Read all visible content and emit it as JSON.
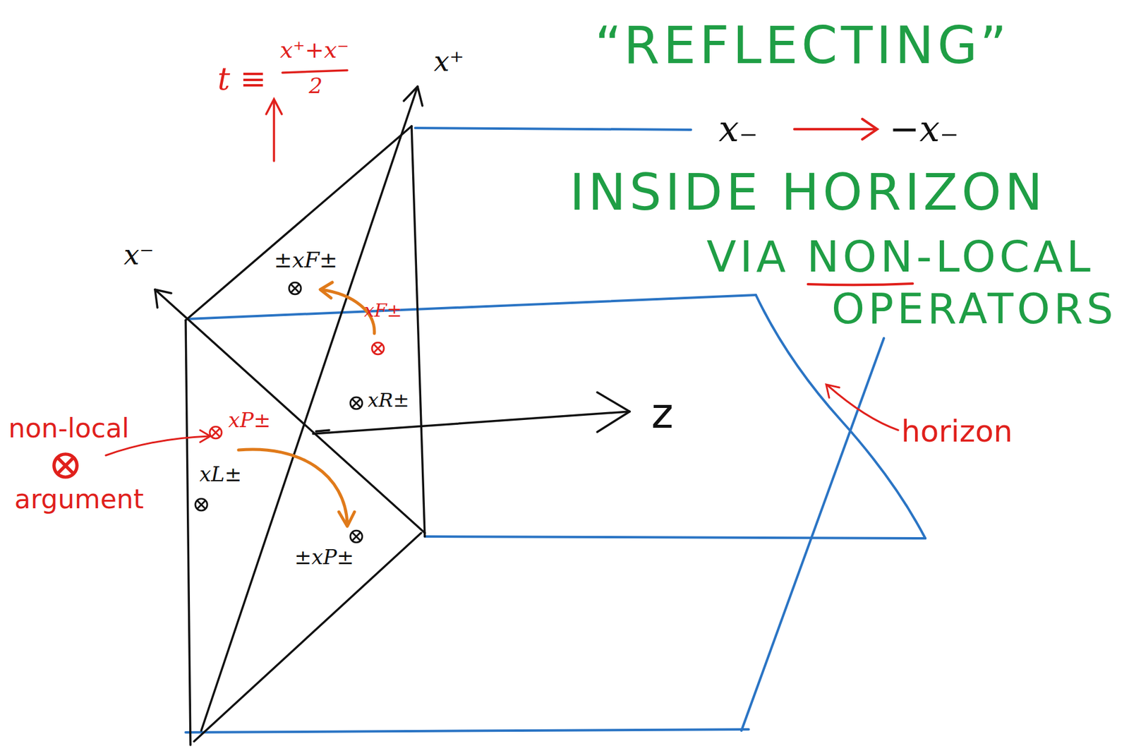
{
  "diagram": {
    "labels": [
      "t ≡",
      "x⁺+x⁻",
      "2",
      "x⁺",
      "x⁻",
      "z",
      "“REFLECTING”",
      "x₋",
      "−x₋",
      "INSIDE HORIZON",
      "VIA NON-LOCAL",
      "OPERATORS",
      "±xF±",
      "xF±",
      "xR±",
      "xP±",
      "xL±",
      "±xP±",
      "non-local",
      "argument",
      "horizon"
    ]
  }
}
